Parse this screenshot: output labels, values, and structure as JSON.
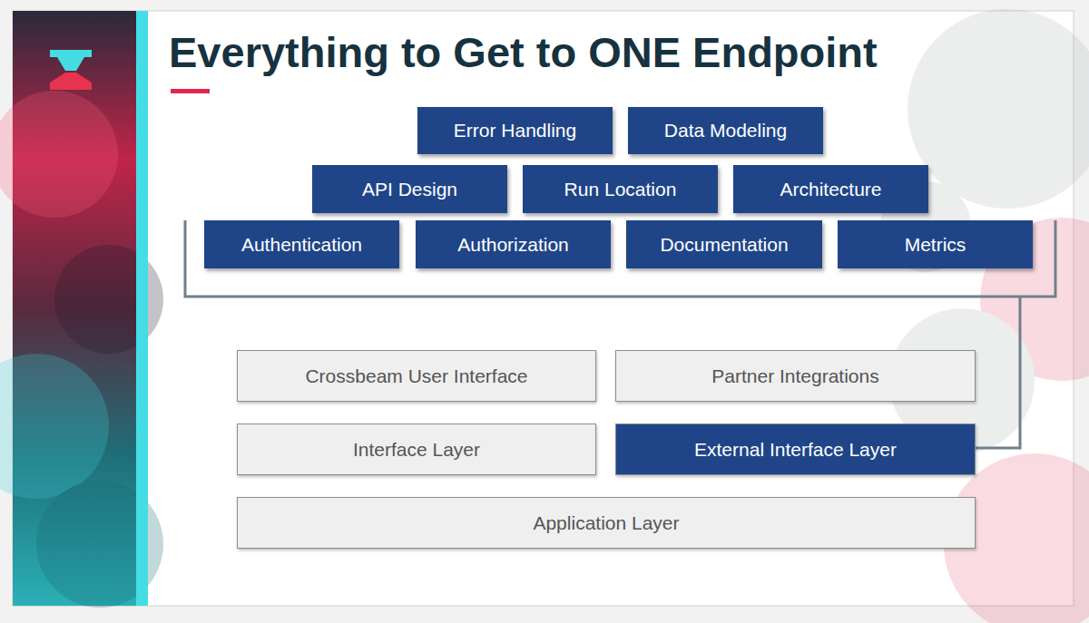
{
  "diagram": {
    "title": "Everything to Get to ONE Endpoint",
    "nodes": [
      {
        "text": [
          "Error Handling"
        ]
      },
      {
        "text": [
          "Data Modeling"
        ]
      },
      {
        "text": [
          "API Design"
        ]
      },
      {
        "text": [
          "Run Location"
        ]
      },
      {
        "text": [
          "Architecture"
        ]
      },
      {
        "text": [
          "Authentication"
        ]
      },
      {
        "text": [
          "Authorization"
        ]
      },
      {
        "text": [
          "Documentation"
        ]
      },
      {
        "text": [
          "Metrics"
        ]
      },
      {
        "text": [
          "Crossbeam User Interface"
        ]
      },
      {
        "text": [
          "Partner Integrations"
        ]
      },
      {
        "text": [
          "Interface Layer"
        ]
      },
      {
        "text": [
          "External Interface Layer"
        ]
      },
      {
        "text": [
          "Application Layer"
        ]
      }
    ]
  }
}
